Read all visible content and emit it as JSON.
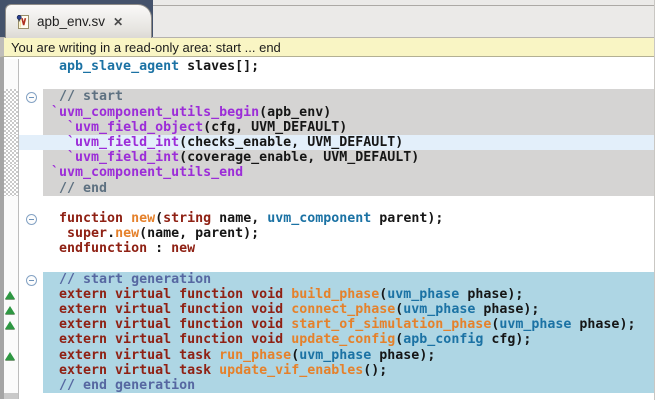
{
  "tab": {
    "title": "apb_env.sv",
    "close_glyph": "✕"
  },
  "banner": {
    "message": "You are writing in a read-only area: start ... end"
  },
  "palette": {
    "plain": "#161616",
    "keyword": "#8F2114",
    "function_name": "#E5812B",
    "type_name": "#1B72A4",
    "macro": "#9C2DD8",
    "comment_gray": "#5E7181",
    "comment_blue": "#5667A1",
    "block_gray": "#D5D4D3",
    "block_blue": "#AED6E4",
    "current_line": "#E3EFFA",
    "banner_bg": "#F9F5C4",
    "marker_green": "#2E9742",
    "ruler_bottom": "#C9C9C9"
  },
  "code": {
    "lines": [
      {
        "tokens": [
          [
            "p",
            "  "
          ],
          [
            "type",
            "apb_slave_agent"
          ],
          [
            "p",
            " slaves[];"
          ]
        ]
      },
      {
        "tokens": []
      },
      {
        "bg": "gray",
        "fold": true,
        "tokens": [
          [
            "p",
            "  "
          ],
          [
            "cg",
            "// start"
          ]
        ]
      },
      {
        "bg": "gray",
        "tokens": [
          [
            "p",
            " "
          ],
          [
            "macro",
            "`uvm_component_utils_begin"
          ],
          [
            "p",
            "(apb_env)"
          ]
        ]
      },
      {
        "bg": "gray",
        "tokens": [
          [
            "p",
            "   "
          ],
          [
            "macro",
            "`uvm_field_object"
          ],
          [
            "p",
            "(cfg, UVM_DEFAULT)"
          ]
        ]
      },
      {
        "bg": "gray",
        "cur": true,
        "tokens": [
          [
            "p",
            "   "
          ],
          [
            "macro",
            "`uvm_field_int"
          ],
          [
            "p",
            "(checks_enable, UVM_DEFAULT)"
          ]
        ]
      },
      {
        "bg": "gray",
        "tokens": [
          [
            "p",
            "   "
          ],
          [
            "macro",
            "`uvm_field_int"
          ],
          [
            "p",
            "(coverage_enable, UVM_DEFAULT)"
          ]
        ]
      },
      {
        "bg": "gray",
        "tokens": [
          [
            "p",
            " "
          ],
          [
            "macro",
            "`uvm_component_utils_end"
          ]
        ]
      },
      {
        "bg": "gray",
        "tokens": [
          [
            "p",
            "  "
          ],
          [
            "cg",
            "// end"
          ]
        ]
      },
      {
        "tokens": []
      },
      {
        "fold": true,
        "tokens": [
          [
            "p",
            "  "
          ],
          [
            "kw",
            "function"
          ],
          [
            "p",
            " "
          ],
          [
            "fn",
            "new"
          ],
          [
            "p",
            "("
          ],
          [
            "kw",
            "string"
          ],
          [
            "p",
            " name, "
          ],
          [
            "type",
            "uvm_component"
          ],
          [
            "p",
            " parent);"
          ]
        ]
      },
      {
        "tokens": [
          [
            "p",
            "   "
          ],
          [
            "kw",
            "super"
          ],
          [
            "p",
            "."
          ],
          [
            "fn",
            "new"
          ],
          [
            "p",
            "(name, parent);"
          ]
        ]
      },
      {
        "tokens": [
          [
            "p",
            "  "
          ],
          [
            "kw",
            "endfunction"
          ],
          [
            "p",
            " : "
          ],
          [
            "kw",
            "new"
          ]
        ]
      },
      {
        "tokens": []
      },
      {
        "bg": "blue",
        "fold": true,
        "tokens": [
          [
            "p",
            "  "
          ],
          [
            "cb",
            "// start generation"
          ]
        ]
      },
      {
        "bg": "blue",
        "tri": true,
        "tokens": [
          [
            "p",
            "  "
          ],
          [
            "kw",
            "extern virtual function void"
          ],
          [
            "p",
            " "
          ],
          [
            "fn",
            "build_phase"
          ],
          [
            "p",
            "("
          ],
          [
            "type",
            "uvm_phase"
          ],
          [
            "p",
            " phase);"
          ]
        ]
      },
      {
        "bg": "blue",
        "tri": true,
        "tokens": [
          [
            "p",
            "  "
          ],
          [
            "kw",
            "extern virtual function void"
          ],
          [
            "p",
            " "
          ],
          [
            "fn",
            "connect_phase"
          ],
          [
            "p",
            "("
          ],
          [
            "type",
            "uvm_phase"
          ],
          [
            "p",
            " phase);"
          ]
        ]
      },
      {
        "bg": "blue",
        "tri": true,
        "tokens": [
          [
            "p",
            "  "
          ],
          [
            "kw",
            "extern virtual function void"
          ],
          [
            "p",
            " "
          ],
          [
            "fn",
            "start_of_simulation_phase"
          ],
          [
            "p",
            "("
          ],
          [
            "type",
            "uvm_phase"
          ],
          [
            "p",
            " phase);"
          ]
        ]
      },
      {
        "bg": "blue",
        "tokens": [
          [
            "p",
            "  "
          ],
          [
            "kw",
            "extern virtual function void"
          ],
          [
            "p",
            " "
          ],
          [
            "fn",
            "update_config"
          ],
          [
            "p",
            "("
          ],
          [
            "type",
            "apb_config"
          ],
          [
            "p",
            " cfg);"
          ]
        ]
      },
      {
        "bg": "blue",
        "tri": true,
        "tokens": [
          [
            "p",
            "  "
          ],
          [
            "kw",
            "extern virtual task"
          ],
          [
            "p",
            " "
          ],
          [
            "fn",
            "run_phase"
          ],
          [
            "p",
            "("
          ],
          [
            "type",
            "uvm_phase"
          ],
          [
            "p",
            " phase);"
          ]
        ]
      },
      {
        "bg": "blue",
        "tokens": [
          [
            "p",
            "  "
          ],
          [
            "kw",
            "extern virtual task"
          ],
          [
            "p",
            " "
          ],
          [
            "fn",
            "update_vif_enables"
          ],
          [
            "p",
            "();"
          ]
        ]
      },
      {
        "bg": "blue",
        "tokens": [
          [
            "p",
            "  "
          ],
          [
            "cb",
            "// end generation"
          ]
        ]
      }
    ]
  }
}
